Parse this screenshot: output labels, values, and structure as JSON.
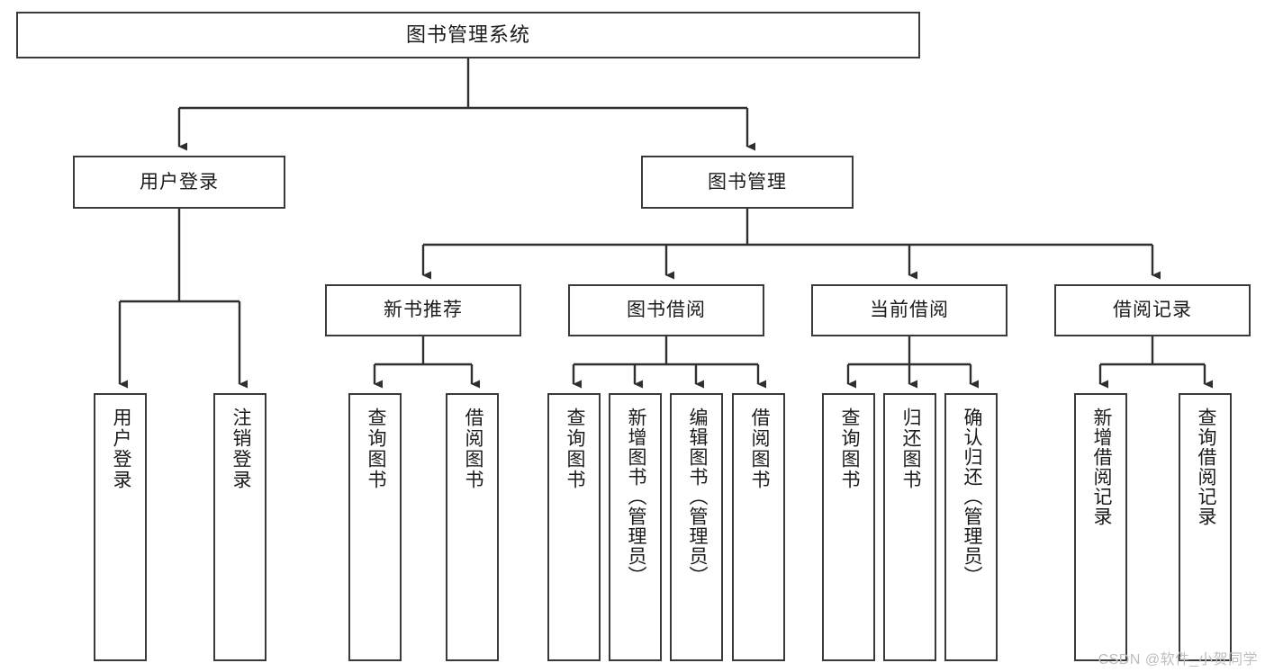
{
  "diagram": {
    "title": "图书管理系统",
    "type": "tree",
    "orientation": "top-down",
    "watermark": "CSDN @软件_小贺同学",
    "colors": {
      "box_border": "#3a3a3a",
      "box_fill": "#ffffff",
      "connector": "#2f2f2f",
      "text": "#1b1b1b",
      "watermark": "#bdbdbd"
    },
    "root": {
      "label": "图书管理系统"
    },
    "level2": [
      {
        "id": "user-login",
        "label": "用户登录"
      },
      {
        "id": "book-manage",
        "label": "图书管理"
      }
    ],
    "level3": [
      {
        "id": "new-book-recommend",
        "label": "新书推荐"
      },
      {
        "id": "book-borrow",
        "label": "图书借阅"
      },
      {
        "id": "current-borrow",
        "label": "当前借阅"
      },
      {
        "id": "borrow-record",
        "label": "借阅记录"
      }
    ],
    "leaves": {
      "user_login": [
        {
          "id": "leaf-user-login",
          "label": "用户登录"
        },
        {
          "id": "leaf-logout-login",
          "label": "注销登录"
        }
      ],
      "new_book_recommend": [
        {
          "id": "leaf-query-book-1",
          "label": "查询图书"
        },
        {
          "id": "leaf-borrow-book-1",
          "label": "借阅图书"
        }
      ],
      "book_borrow": [
        {
          "id": "leaf-query-book-2",
          "label": "查询图书"
        },
        {
          "id": "leaf-add-book-admin",
          "label": "新增图书（管理员）"
        },
        {
          "id": "leaf-edit-book-admin",
          "label": "编辑图书（管理员）"
        },
        {
          "id": "leaf-borrow-book-2",
          "label": "借阅图书"
        }
      ],
      "current_borrow": [
        {
          "id": "leaf-query-book-3",
          "label": "查询图书"
        },
        {
          "id": "leaf-return-book",
          "label": "归还图书"
        },
        {
          "id": "leaf-confirm-return-admin",
          "label": "确认归还（管理员）"
        }
      ],
      "borrow_record": [
        {
          "id": "leaf-add-borrow-record",
          "label": "新增借阅记录"
        },
        {
          "id": "leaf-query-borrow-record",
          "label": "查询借阅记录"
        }
      ]
    }
  }
}
